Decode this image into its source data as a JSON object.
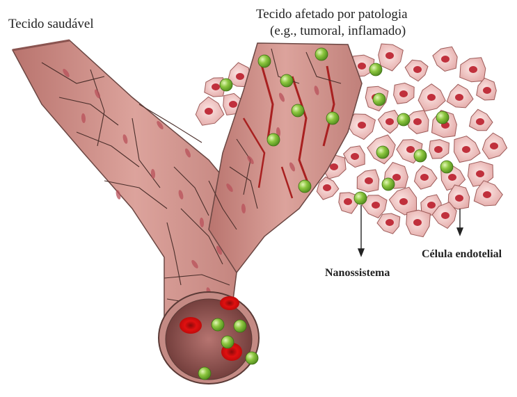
{
  "labels": {
    "healthy_tissue": "Tecido saudável",
    "pathological_tissue_line1": "Tecido afetado por patologia",
    "pathological_tissue_line2": "(e.g., tumoral, inflamado)",
    "nanosystem": "Nanossistema",
    "endothelial_cell": "Célula endotelial"
  },
  "colors": {
    "vessel_wall": "#d69a93",
    "vessel_shadow": "#b87670",
    "cell_outline": "#5a3a36",
    "nucleus": "#b8505a",
    "tissue_cell_fill": "#f2c8c6",
    "tissue_nucleus": "#c0303c",
    "nanoparticle": "#8cc63f",
    "nanoparticle_highlight": "#d8f0a0",
    "red_blood_cell": "#e01010",
    "lumen": "#9a5a58"
  }
}
